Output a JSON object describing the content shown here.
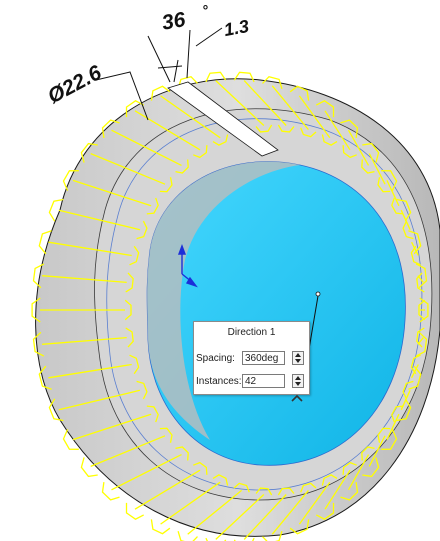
{
  "dimensions": {
    "diameter": "Ø22.6",
    "angle": "36",
    "angle_unit": "°",
    "width": "1.3"
  },
  "pattern_panel": {
    "title": "Direction 1",
    "spacing_label": "Spacing:",
    "spacing_value": "360deg",
    "instances_label": "Instances:",
    "instances_value": "42"
  },
  "colors": {
    "teeth_wireframe": "#ffff00",
    "ring_face": "#d6d6d6",
    "bore": "#22c8f0",
    "edge_line": "#1a1a1a",
    "axis_blue": "#1c2fd8"
  }
}
